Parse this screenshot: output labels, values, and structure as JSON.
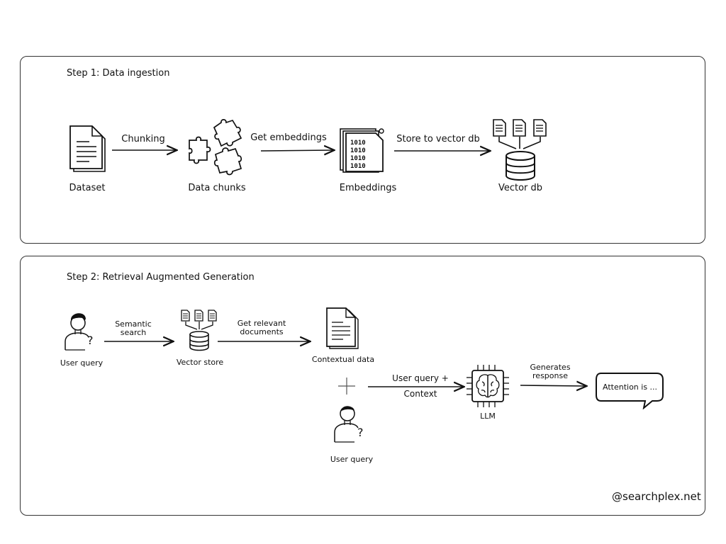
{
  "step1": {
    "title": "Step 1: Data ingestion",
    "nodes": {
      "dataset": "Dataset",
      "chunks": "Data chunks",
      "embeddings": "Embeddings",
      "vector_db": "Vector db"
    },
    "edges": {
      "chunking": "Chunking",
      "get_embeddings": "Get embeddings",
      "store": "Store to vector db"
    }
  },
  "step2": {
    "title": "Step 2: Retrieval Augmented Generation",
    "nodes": {
      "user_query_1": "User query",
      "vector_store": "Vector store",
      "contextual_data": "Contextual data",
      "user_query_2": "User query",
      "llm": "LLM"
    },
    "edges": {
      "semantic_line1": "Semantic",
      "semantic_line2": "search",
      "relevant_line1": "Get relevant",
      "relevant_line2": "documents",
      "uq_context_line1": "User query +",
      "uq_context_line2": "Context",
      "generates_line1": "Generates",
      "generates_line2": "response"
    },
    "response": "Attention is ..."
  },
  "brand": "@searchplex.net"
}
